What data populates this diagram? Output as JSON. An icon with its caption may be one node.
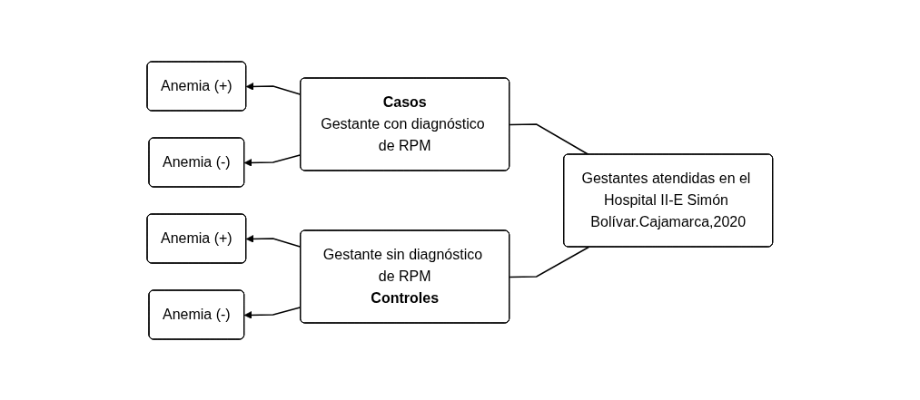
{
  "diagram": {
    "nodes": [
      {
        "text": [
          "Anemia (+)"
        ]
      },
      {
        "text": [
          "Anemia (-)"
        ]
      },
      {
        "text": [
          "Casos",
          "Gestante con diagnóstico de RPM"
        ]
      },
      {
        "text": [
          "Anemia (+)"
        ]
      },
      {
        "text": [
          "Anemia (-)"
        ]
      },
      {
        "text": [
          "Gestante sin diagnóstico de RPM",
          "Controles"
        ]
      },
      {
        "text": [
          "Gestantes atendidas en el Hospital II-E Simón Bolívar.Cajamarca,2020"
        ]
      }
    ],
    "edges": [
      {
        "from": 2,
        "to": 0,
        "arrow": "to"
      },
      {
        "from": 2,
        "to": 1,
        "arrow": "to"
      },
      {
        "from": 5,
        "to": 3,
        "arrow": "to"
      },
      {
        "from": 5,
        "to": 4,
        "arrow": "to"
      },
      {
        "from": 2,
        "to": 6,
        "arrow": "none"
      },
      {
        "from": 5,
        "to": 6,
        "arrow": "none"
      }
    ]
  }
}
